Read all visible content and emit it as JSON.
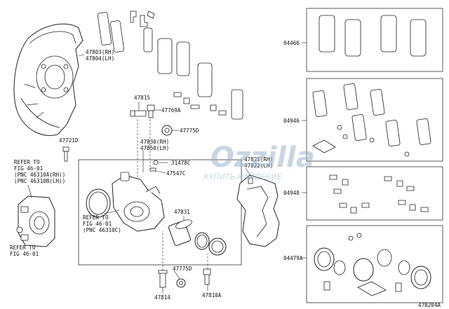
{
  "diagram_id": "47B204A",
  "labels": {
    "shield": "47803(RH)\n47804(LH)",
    "p47815": "47815",
    "p47769A": "47769A",
    "p47775D_top": "47775D",
    "p47721D": "47721D",
    "p47830": "47830(RH)\n47850(LH)",
    "p31478C": "31478C",
    "p47547C": "47547C",
    "p47821": "47821(RH)\n47822(LH)",
    "p47831": "47831",
    "p47775D_bot": "47775D",
    "p47814": "47814",
    "p47810A": "47810A",
    "refer_left": "REFER TO\nFIG 46-01\n(PNC 46310A(RH))\n(PNC 46310B(LH))",
    "refer_mid": "REFER TO\nFIG 46-01\n(PNC 46310C)",
    "refer_bottom": "REFER TO\nFIG 46-01",
    "kit_04466": "04466",
    "kit_04946": "04946",
    "kit_04948": "04948",
    "kit_04479A": "04479A"
  },
  "watermark": {
    "main": "Ozzilla",
    "sub": "КУПИТЬ НАЙДЕНИЕ"
  }
}
